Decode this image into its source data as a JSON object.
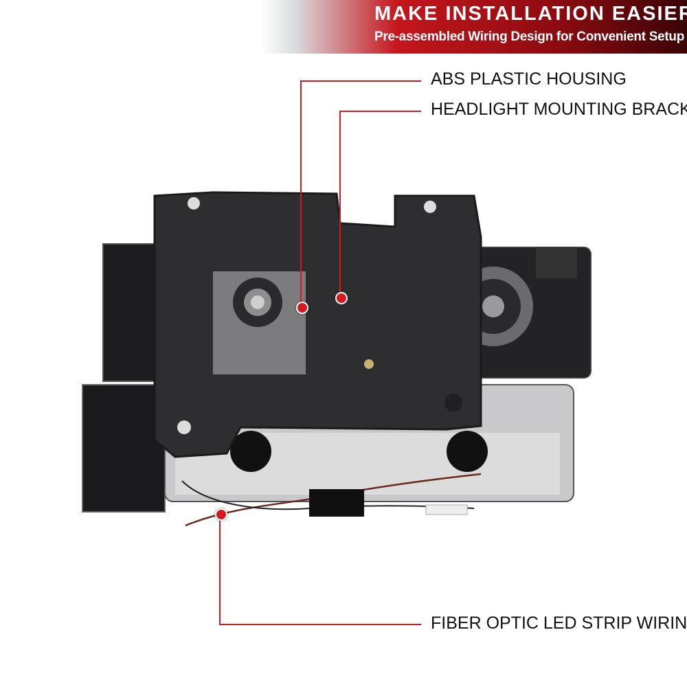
{
  "banner": {
    "title": "MAKE INSTALLATION EASIER",
    "subtitle": "Pre-assembled Wiring Design for Convenient Setup",
    "gradient_colors": [
      "#c4161c",
      "#8c0b10",
      "#3a0406"
    ]
  },
  "callouts": {
    "housing": "ABS PLASTIC HOUSING",
    "bracket": "HEADLIGHT MOUNTING BRACKET",
    "wiring": "FIBER OPTIC LED STRIP WIRINGS"
  },
  "colors": {
    "accent": "#d41a20",
    "text": "#111111",
    "background": "#ffffff"
  },
  "product_image": "headlight-assembly-rear-view"
}
